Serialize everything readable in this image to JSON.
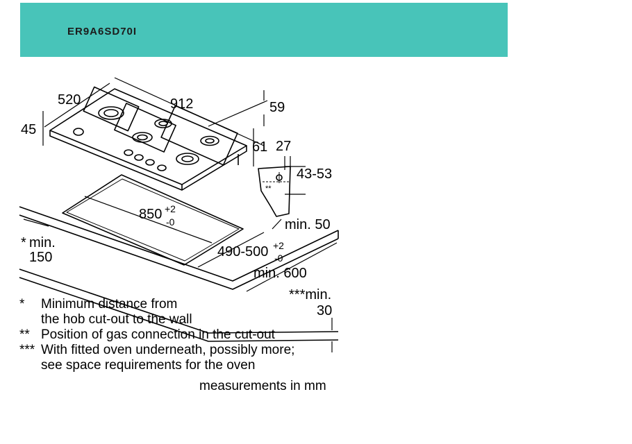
{
  "header": {
    "model": "ER9A6SD70I",
    "color": "#48c4b9"
  },
  "dimensions": {
    "width": "520",
    "length": "912",
    "thickness": "59",
    "front_height": "45",
    "gas_offset": "61",
    "gas_depth": "27",
    "gas_height": "43-53",
    "cutout_length": "850",
    "cutout_length_tol_plus": "+2",
    "cutout_length_tol_minus": "-0",
    "cutout_depth": "490-500",
    "cutout_depth_tol_plus": "+2",
    "cutout_depth_tol_minus": "-0",
    "min_rear": "min. 50",
    "min_worktop": "min. 600",
    "min_wall_mark": "*",
    "min_wall_label": "min.",
    "min_wall_value": "150",
    "min_oven_label": "***min.",
    "min_oven_value": "30",
    "gas_mark": "**"
  },
  "notes": [
    {
      "mark": "*",
      "text": "Minimum distance from",
      "text2": "the hob cut-out to the wall"
    },
    {
      "mark": "**",
      "text": "Position of gas connection in the cut-out"
    },
    {
      "mark": "***",
      "text": "With fitted oven underneath, possibly more;",
      "text2": "see space requirements for the oven"
    }
  ],
  "units": "measurements in mm"
}
